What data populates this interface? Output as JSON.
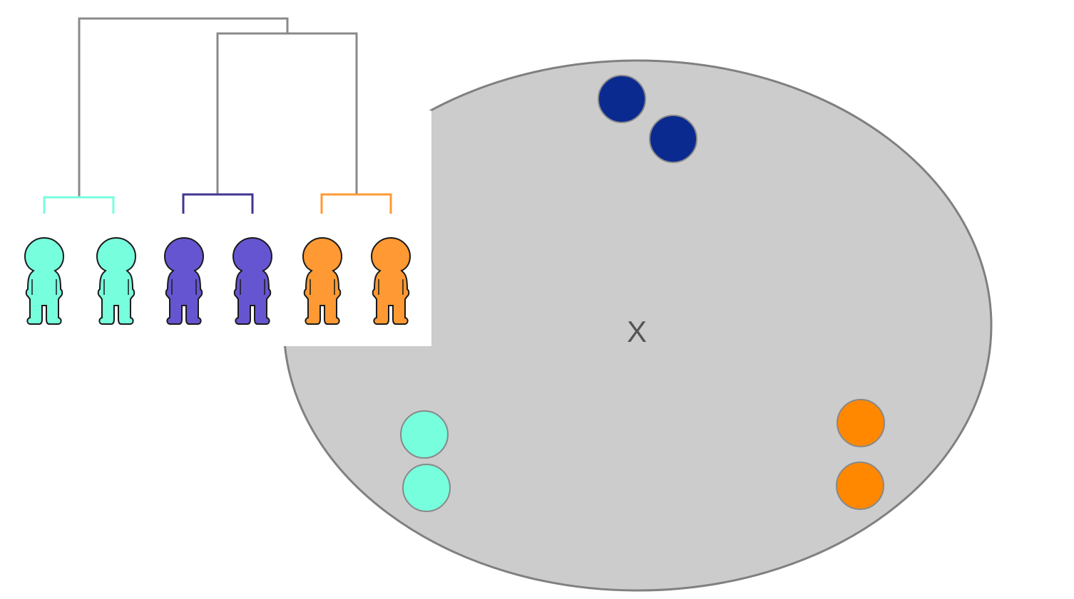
{
  "colors": {
    "background": "#ffffff",
    "ellipse_fill": "#cccccc",
    "ellipse_stroke": "#808080",
    "tree_stroke": "#8a8a8a",
    "cyan": "#77ffdd",
    "purple": "#6655d0",
    "orange": "#ff9933",
    "dark_blue": "#0a2a90",
    "bright_orange": "#ff8800"
  },
  "center_mark": "X",
  "dendrogram": {
    "groups": [
      {
        "name": "cyan-group",
        "color_key": "cyan",
        "people": 2
      },
      {
        "name": "purple-group",
        "color_key": "purple",
        "people": 2
      },
      {
        "name": "orange-group",
        "color_key": "orange",
        "people": 2
      }
    ]
  },
  "points": [
    {
      "name": "dark-blue-dot",
      "color_key": "dark_blue",
      "count": 2
    },
    {
      "name": "cyan-dot",
      "color_key": "cyan",
      "count": 2
    },
    {
      "name": "orange-dot",
      "color_key": "bright_orange",
      "count": 2
    }
  ]
}
